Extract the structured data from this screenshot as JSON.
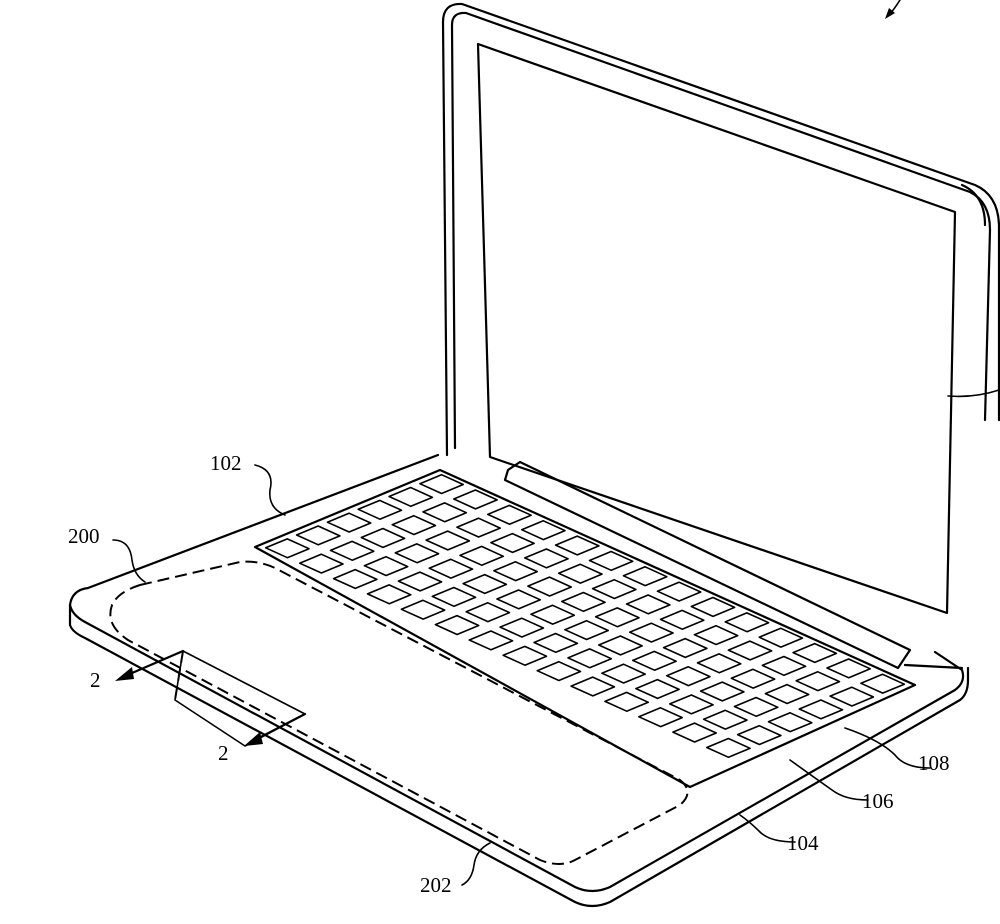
{
  "figure": {
    "labels": {
      "display_housing": "102",
      "region": "200",
      "section_top": "2",
      "section_bottom": "2",
      "key": "108",
      "keyboard": "106",
      "base_housing": "104",
      "trackpad_region": "202"
    },
    "colors": {
      "ink": "#000000",
      "paper": "#ffffff"
    }
  }
}
